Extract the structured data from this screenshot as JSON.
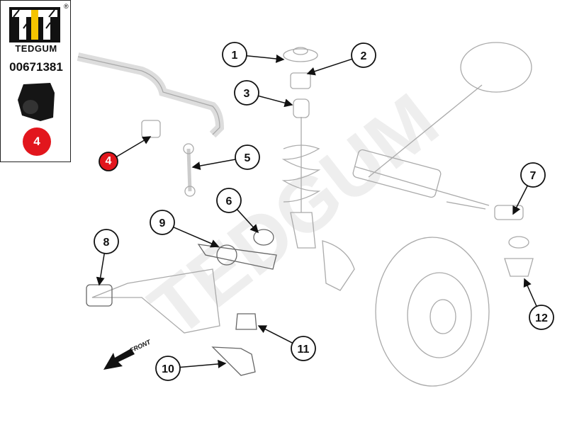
{
  "infobox": {
    "brand": "TEDGUM",
    "registered_mark": "®",
    "part_number": "00671381",
    "position_badge": "4"
  },
  "watermark": "TEDGUM",
  "front_label": "FRONT",
  "callouts": [
    "1",
    "2",
    "3",
    "4",
    "5",
    "6",
    "7",
    "8",
    "9",
    "10",
    "11",
    "12"
  ],
  "colors": {
    "accent": "#e2161d",
    "logo_yellow": "#f5c400",
    "line": "#999999"
  }
}
